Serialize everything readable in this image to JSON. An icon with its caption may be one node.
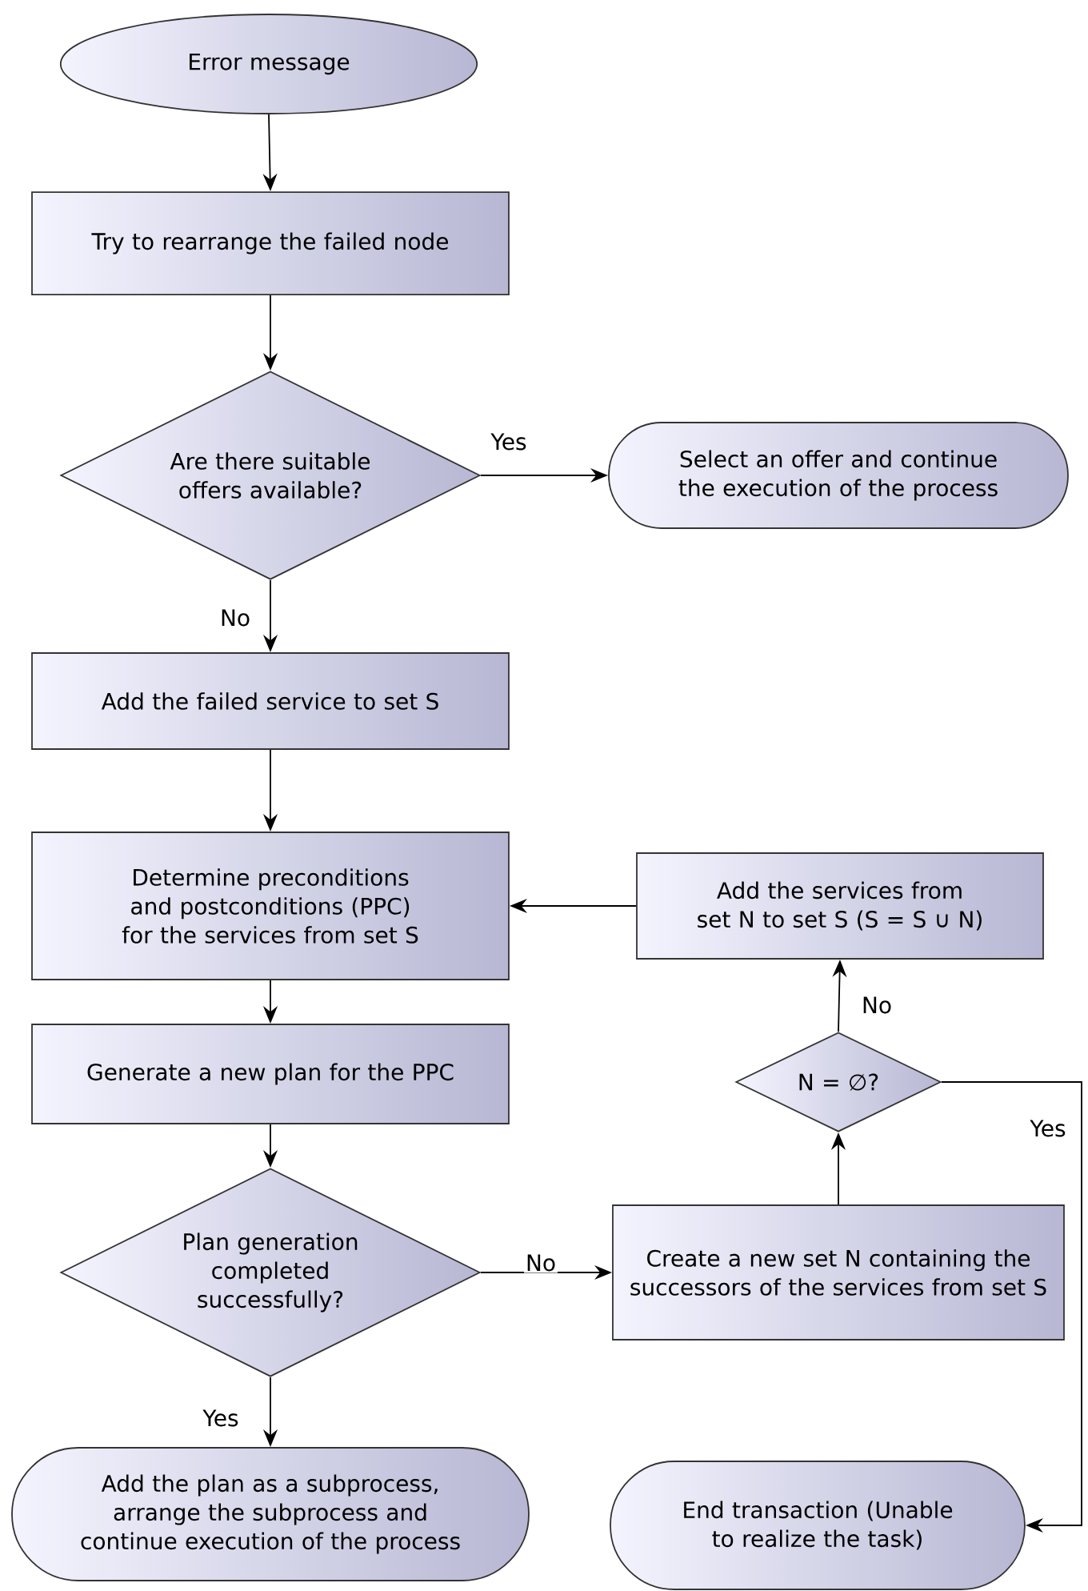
{
  "diagram": {
    "nodes": [
      {
        "text": [
          "Error message"
        ]
      },
      {
        "text": [
          "Try to rearrange the failed node"
        ]
      },
      {
        "text": [
          "Are there suitable offers available?"
        ]
      },
      {
        "text": [
          "Select an offer and continue the execution of the process"
        ]
      },
      {
        "text": [
          "Add the failed service to set S"
        ]
      },
      {
        "text": [
          "Determine preconditions and postconditions (PPC) for the services from set S"
        ]
      },
      {
        "text": [
          "Add the services from set N to set S (S = S ∪ N)"
        ]
      },
      {
        "text": [
          "Generate a new plan for the PPC"
        ]
      },
      {
        "text": [
          "N = ∅?"
        ]
      },
      {
        "text": [
          "Plan generation completed successfully?"
        ]
      },
      {
        "text": [
          "Create a new set N containing the successors of the services from set S"
        ]
      },
      {
        "text": [
          "Add the plan as a subprocess, arrange the subprocess and continue execution of the process"
        ]
      },
      {
        "text": [
          "End transaction (Unable to realize the task)"
        ]
      }
    ],
    "edges": [
      {
        "from": 0,
        "to": 1,
        "arrow": "to"
      },
      {
        "from": 1,
        "to": 2,
        "arrow": "to"
      },
      {
        "from": 2,
        "to": 3,
        "arrow": "to",
        "label": "Yes"
      },
      {
        "from": 2,
        "to": 4,
        "arrow": "to",
        "label": "No"
      },
      {
        "from": 4,
        "to": 5,
        "arrow": "to"
      },
      {
        "from": 6,
        "to": 5,
        "arrow": "to"
      },
      {
        "from": 5,
        "to": 7,
        "arrow": "to"
      },
      {
        "from": 7,
        "to": 9,
        "arrow": "to"
      },
      {
        "from": 9,
        "to": 10,
        "arrow": "to",
        "label": "No"
      },
      {
        "from": 10,
        "to": 8,
        "arrow": "to"
      },
      {
        "from": 8,
        "to": 6,
        "arrow": "to",
        "label": "No"
      },
      {
        "from": 8,
        "to": 12,
        "arrow": "to",
        "label": "Yes"
      },
      {
        "from": 9,
        "to": 11,
        "arrow": "to",
        "label": "Yes"
      }
    ]
  }
}
